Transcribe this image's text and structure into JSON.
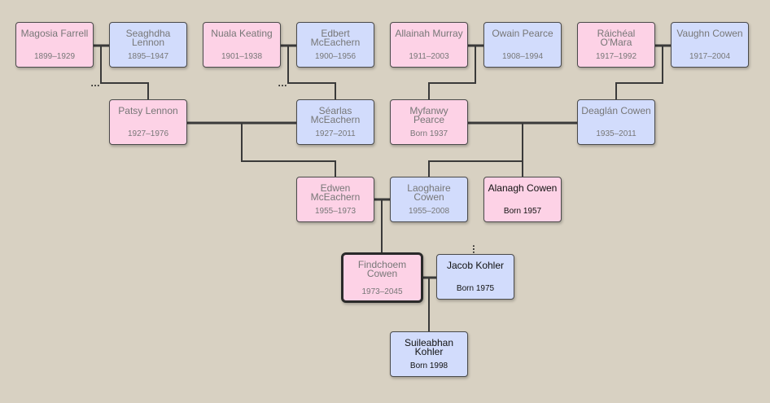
{
  "people": [
    {
      "id": "magosia",
      "name": "Magosia Farrell",
      "dates": "1899–1929",
      "sex": "female",
      "deceased": true
    },
    {
      "id": "seaghdha",
      "name": "Seaghdha Lennon",
      "dates": "1895–1947",
      "sex": "male",
      "deceased": true
    },
    {
      "id": "nuala",
      "name": "Nuala Keating",
      "dates": "1901–1938",
      "sex": "female",
      "deceased": true
    },
    {
      "id": "edbert",
      "name": "Edbert McEachern",
      "dates": "1900–1956",
      "sex": "male",
      "deceased": true
    },
    {
      "id": "allainah",
      "name": "Allainah Murray",
      "dates": "1911–2003",
      "sex": "female",
      "deceased": true
    },
    {
      "id": "owain",
      "name": "Owain Pearce",
      "dates": "1908–1994",
      "sex": "male",
      "deceased": true
    },
    {
      "id": "raicheal",
      "name": "Ráichéal O'Mara",
      "dates": "1917–1992",
      "sex": "female",
      "deceased": true
    },
    {
      "id": "vaughn",
      "name": "Vaughn Cowen",
      "dates": "1917–2004",
      "sex": "male",
      "deceased": true
    },
    {
      "id": "patsy",
      "name": "Patsy Lennon",
      "dates": "1927–1976",
      "sex": "female",
      "deceased": true
    },
    {
      "id": "searlas",
      "name": "Séarlas McEachern",
      "dates": "1927–2011",
      "sex": "male",
      "deceased": true
    },
    {
      "id": "myfanwy",
      "name": "Myfanwy Pearce",
      "dates": "Born 1937",
      "sex": "female",
      "deceased": true
    },
    {
      "id": "deaglan",
      "name": "Deaglán Cowen",
      "dates": "1935–2011",
      "sex": "male",
      "deceased": true
    },
    {
      "id": "edwen",
      "name": "Edwen McEachern",
      "dates": "1955–1973",
      "sex": "female",
      "deceased": true
    },
    {
      "id": "laoghaire",
      "name": "Laoghaire Cowen",
      "dates": "1955–2008",
      "sex": "male",
      "deceased": true
    },
    {
      "id": "alanagh",
      "name": "Alanagh Cowen",
      "dates": "Born 1957",
      "sex": "female",
      "deceased": false
    },
    {
      "id": "findchoem",
      "name": "Findchoem Cowen",
      "dates": "1973–2045",
      "sex": "female",
      "deceased": true,
      "focus": true
    },
    {
      "id": "jacob",
      "name": "Jacob Kohler",
      "dates": "Born 1975",
      "sex": "male",
      "deceased": false
    },
    {
      "id": "suileabhan",
      "name": "Suileabhan Kohler",
      "dates": "Born 1998",
      "sex": "male",
      "deceased": false
    }
  ],
  "colors": {
    "female": "#fdd2e6",
    "male": "#d2dcfc",
    "line": "#3a3a3a",
    "background": "#d8d1c2"
  },
  "more_indicator": "…"
}
